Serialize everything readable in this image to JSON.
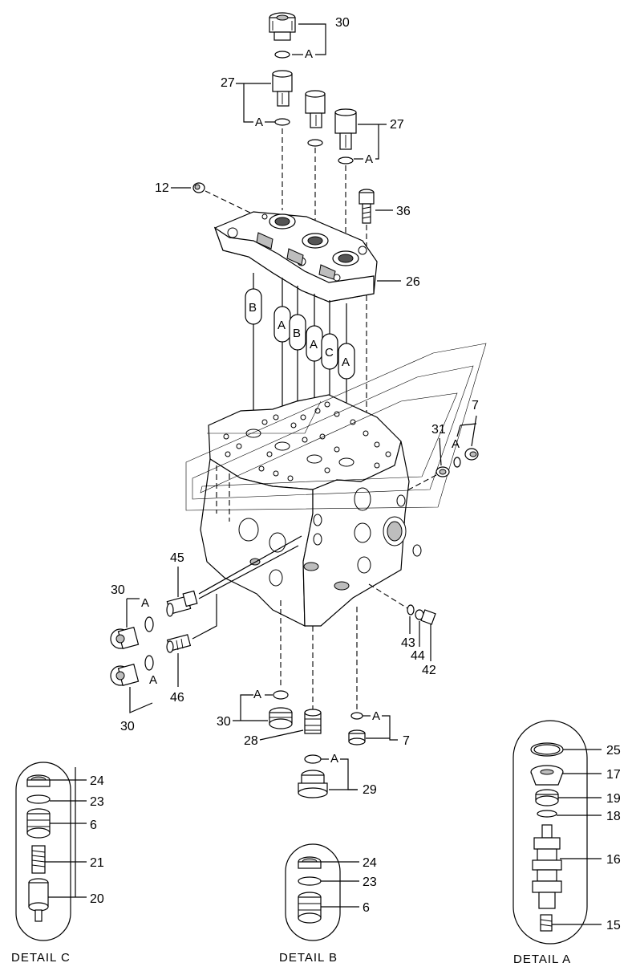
{
  "labels": {
    "p30a": "30",
    "p27a": "27",
    "p27b": "27",
    "p12": "12",
    "p36": "36",
    "p26": "26",
    "p7a": "7",
    "p31": "31",
    "p45": "45",
    "p30b": "30",
    "p30c": "30",
    "p46": "46",
    "p43": "43",
    "p44": "44",
    "p42": "42",
    "p30d": "30",
    "p28": "28",
    "p7b": "7",
    "p29": "29",
    "c24": "24",
    "c23": "23",
    "c6": "6",
    "c21": "21",
    "c20": "20",
    "b24": "24",
    "b23": "23",
    "b6": "6",
    "a25": "25",
    "a17": "17",
    "a19": "19",
    "a18": "18",
    "a16": "16",
    "a15": "15"
  },
  "refs": {
    "A": "A",
    "B": "B",
    "C": "C"
  },
  "details": {
    "c": "DETAIL C",
    "b": "DETAIL B",
    "a": "DETAIL A"
  }
}
